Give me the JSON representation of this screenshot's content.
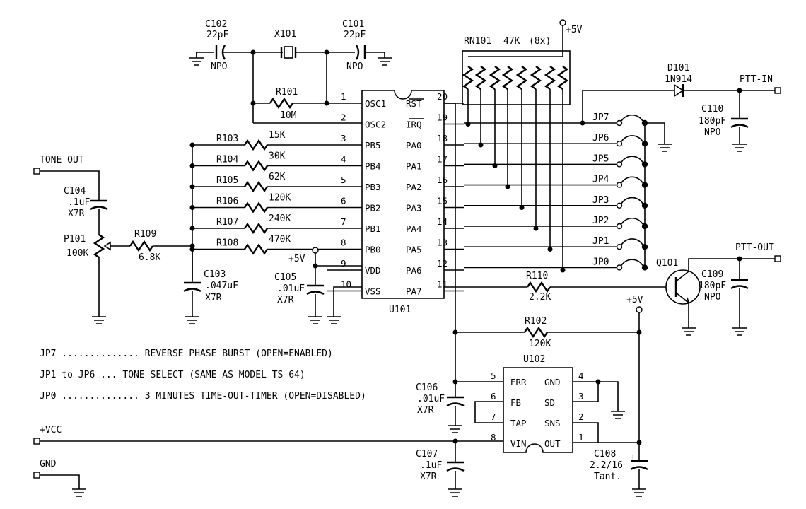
{
  "ic_u101": {
    "ref": "U101",
    "left_pins": [
      {
        "num": "1",
        "name": "OSC1"
      },
      {
        "num": "2",
        "name": "OSC2"
      },
      {
        "num": "3",
        "name": "PB5"
      },
      {
        "num": "4",
        "name": "PB4"
      },
      {
        "num": "5",
        "name": "PB3"
      },
      {
        "num": "6",
        "name": "PB2"
      },
      {
        "num": "7",
        "name": "PB1"
      },
      {
        "num": "8",
        "name": "PB0"
      },
      {
        "num": "9",
        "name": "VDD"
      },
      {
        "num": "10",
        "name": "VSS"
      }
    ],
    "right_pins": [
      {
        "num": "20",
        "name": "RST"
      },
      {
        "num": "19",
        "name": "IRQ"
      },
      {
        "num": "18",
        "name": "PA0"
      },
      {
        "num": "17",
        "name": "PA1"
      },
      {
        "num": "16",
        "name": "PA2"
      },
      {
        "num": "15",
        "name": "PA3"
      },
      {
        "num": "14",
        "name": "PA4"
      },
      {
        "num": "13",
        "name": "PA5"
      },
      {
        "num": "12",
        "name": "PA6"
      },
      {
        "num": "11",
        "name": "PA7"
      }
    ]
  },
  "ic_u102": {
    "ref": "U102",
    "left_pins": [
      {
        "num": "5",
        "name": "ERR"
      },
      {
        "num": "6",
        "name": "FB"
      },
      {
        "num": "7",
        "name": "TAP"
      },
      {
        "num": "8",
        "name": "VIN"
      }
    ],
    "right_pins": [
      {
        "num": "4",
        "name": "GND"
      },
      {
        "num": "3",
        "name": "SD"
      },
      {
        "num": "2",
        "name": "SNS"
      },
      {
        "num": "1",
        "name": "OUT"
      }
    ]
  },
  "crystal": {
    "c102": {
      "ref": "C102",
      "value": "22pF",
      "dielectric": "NPO"
    },
    "x101": {
      "ref": "X101"
    },
    "c101": {
      "ref": "C101",
      "value": "22pF",
      "dielectric": "NPO"
    },
    "r101": {
      "ref": "R101",
      "value": "10M"
    }
  },
  "resistor_ladder": [
    {
      "ref": "R103",
      "value": "15K"
    },
    {
      "ref": "R104",
      "value": "30K"
    },
    {
      "ref": "R105",
      "value": "62K"
    },
    {
      "ref": "R106",
      "value": "120K"
    },
    {
      "ref": "R107",
      "value": "240K"
    },
    {
      "ref": "R108",
      "value": "470K"
    }
  ],
  "rn101": {
    "ref": "RN101",
    "value": "47K",
    "count": "(8x)"
  },
  "jumpers": [
    "JP7",
    "JP6",
    "JP5",
    "JP4",
    "JP3",
    "JP2",
    "JP1",
    "JP0"
  ],
  "left_section": {
    "tone_out": "TONE OUT",
    "c104": {
      "ref": "C104",
      "value": ".1uF",
      "dielectric": "X7R"
    },
    "p101": {
      "ref": "P101",
      "value": "100K"
    },
    "r109": {
      "ref": "R109",
      "value": "6.8K"
    },
    "c103": {
      "ref": "C103",
      "value": ".047uF",
      "dielectric": "X7R"
    },
    "c105": {
      "ref": "C105",
      "value": ".01uF",
      "dielectric": "X7R"
    }
  },
  "right_section": {
    "d101": {
      "ref": "D101",
      "value": "1N914"
    },
    "ptt_in": "PTT-IN",
    "c110": {
      "ref": "C110",
      "value": "180pF",
      "dielectric": "NPO"
    },
    "ptt_out": "PTT-OUT",
    "q101": {
      "ref": "Q101"
    },
    "c109": {
      "ref": "C109",
      "value": "180pF",
      "dielectric": "NPO"
    },
    "r110": {
      "ref": "R110",
      "value": "2.2K"
    }
  },
  "supply": {
    "plus5v": "+5V",
    "r102": {
      "ref": "R102",
      "value": "120K"
    },
    "c106": {
      "ref": "C106",
      "value": ".01uF",
      "dielectric": "X7R"
    },
    "c107": {
      "ref": "C107",
      "value": ".1uF",
      "dielectric": "X7R"
    },
    "c108": {
      "ref": "C108",
      "value": "2.2/16",
      "type": "Tant."
    },
    "vcc": "+VCC",
    "gnd": "GND"
  },
  "notes": [
    {
      "jumper": "JP7",
      "dots": "..............",
      "text": "REVERSE PHASE BURST (OPEN=ENABLED)"
    },
    {
      "jumper": "JP1 to JP6",
      "dots": "...",
      "text": "TONE SELECT (SAME AS MODEL TS-64)"
    },
    {
      "jumper": "JP0",
      "dots": "..............",
      "text": "3 MINUTES TIME-OUT-TIMER (OPEN=DISABLED)"
    }
  ]
}
